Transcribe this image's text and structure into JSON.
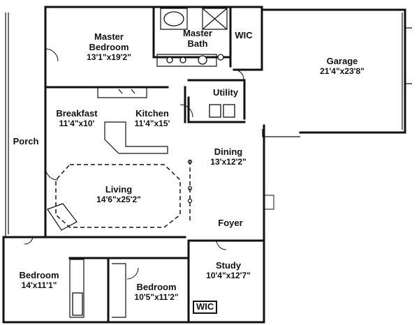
{
  "rooms": {
    "master_bedroom": {
      "name_line1": "Master",
      "name_line2": "Bedroom",
      "dims": "13'1\"x19'2\""
    },
    "master_bath": {
      "name_line1": "Master",
      "name_line2": "Bath"
    },
    "wic_top": {
      "name": "WIC"
    },
    "garage": {
      "name": "Garage",
      "dims": "21'4\"x23'8\""
    },
    "utility": {
      "name": "Utility"
    },
    "breakfast": {
      "name": "Breakfast",
      "dims": "11'4\"x10'"
    },
    "kitchen": {
      "name": "Kitchen",
      "dims": "11'4\"x15'"
    },
    "porch": {
      "name": "Porch"
    },
    "dining": {
      "name": "Dining",
      "dims": "13'x12'2\""
    },
    "living": {
      "name": "Living",
      "dims": "14'6\"x25'2\""
    },
    "foyer": {
      "name": "Foyer"
    },
    "bedroom_left": {
      "name": "Bedroom",
      "dims": "14'x11'1\""
    },
    "bedroom_mid": {
      "name": "Bedroom",
      "dims": "10'5\"x11'2\""
    },
    "study": {
      "name": "Study",
      "dims": "10'4\"x12'7\""
    },
    "wic_bottom": {
      "name": "WIC"
    }
  }
}
